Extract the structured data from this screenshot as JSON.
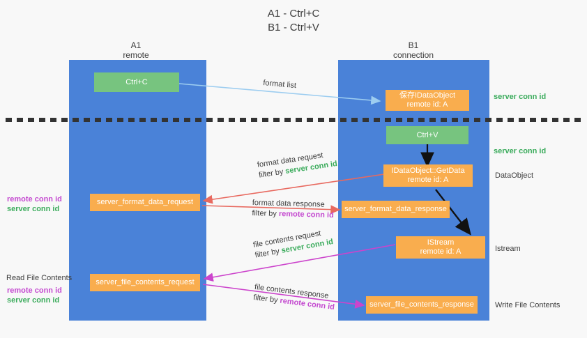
{
  "title": {
    "line1": "A1 - Ctrl+C",
    "line2": "B1 - Ctrl+V"
  },
  "lanes": [
    {
      "id": "a1",
      "name": "A1",
      "role": "remote"
    },
    {
      "id": "b1",
      "name": "B1",
      "role": "connection"
    }
  ],
  "nodes": [
    {
      "id": "ctrl-c",
      "line1": "Ctrl+C",
      "line2": "",
      "color": "#77c47f"
    },
    {
      "id": "save-idataobject",
      "line1": "保存IDataObject",
      "line2": "remote id: A",
      "color": "#f9ad4e"
    },
    {
      "id": "ctrl-v",
      "line1": "Ctrl+V",
      "line2": "",
      "color": "#77c47f"
    },
    {
      "id": "idataobject-getdata",
      "line1": "IDataObject::GetData",
      "line2": "remote id: A",
      "color": "#f9ad4e"
    },
    {
      "id": "server-format-data-request",
      "line1": "server_format_data_request",
      "line2": "",
      "color": "#f9ad4e"
    },
    {
      "id": "server-format-data-response",
      "line1": "server_format_data_response",
      "line2": "",
      "color": "#f9ad4e"
    },
    {
      "id": "istream",
      "line1": "IStream",
      "line2": "remote id: A",
      "color": "#f9ad4e"
    },
    {
      "id": "server-file-contents-request",
      "line1": "server_file_contents_request",
      "line2": "",
      "color": "#f9ad4e"
    },
    {
      "id": "server-file-contents-response",
      "line1": "server_file_contents_response",
      "line2": "",
      "color": "#f9ad4e"
    }
  ],
  "flows": [
    {
      "id": "format-list",
      "caption": "format list",
      "filter_prefix": "",
      "filter_value": "",
      "color": "#9dcdf0"
    },
    {
      "id": "format-data-request",
      "caption": "format data request",
      "filter_prefix": "filter by ",
      "filter_value": "server conn id",
      "color": "#e8695f"
    },
    {
      "id": "format-data-response",
      "caption": "format data response",
      "filter_prefix": "filter by ",
      "filter_value": "remote conn id",
      "color": "#e8695f"
    },
    {
      "id": "file-contents-request",
      "caption": "file contents request",
      "filter_prefix": "filter by ",
      "filter_value": "server conn id",
      "color": "#cc44cc"
    },
    {
      "id": "file-contents-response",
      "caption": "file contents response",
      "filter_prefix": "filter by ",
      "filter_value": "remote conn id",
      "color": "#cc44cc"
    }
  ],
  "right_labels": [
    {
      "id": "server-conn-id-top",
      "text": "server conn id",
      "style": "green"
    },
    {
      "id": "server-conn-id-mid",
      "text": "server conn id",
      "style": "green"
    },
    {
      "id": "dataobject",
      "text": "DataObject",
      "style": "plain"
    },
    {
      "id": "istream",
      "text": "Istream",
      "style": "plain"
    },
    {
      "id": "write-file-contents",
      "text": "Write File Contents",
      "style": "plain"
    }
  ],
  "left_labels": [
    {
      "id": "remote-conn-id-1",
      "text": "remote conn id",
      "style": "purple"
    },
    {
      "id": "server-conn-id-1",
      "text": "server conn id",
      "style": "green"
    },
    {
      "id": "read-file-contents",
      "text": "Read File Contents",
      "style": "plain"
    },
    {
      "id": "remote-conn-id-2",
      "text": "remote conn id",
      "style": "purple"
    },
    {
      "id": "server-conn-id-2",
      "text": "server conn id",
      "style": "green"
    }
  ],
  "colors": {
    "lane": "#4a82d8",
    "green_node": "#77c47f",
    "orange_node": "#f9ad4e",
    "background": "#f8f8f8",
    "divider": "#333333",
    "accent_green_text": "#3aab5b",
    "accent_purple_text": "#c44ad0",
    "arrow_red": "#e8695f",
    "arrow_magenta": "#cc44cc",
    "arrow_lightblue": "#9dcdf0",
    "arrow_black": "#111111"
  }
}
